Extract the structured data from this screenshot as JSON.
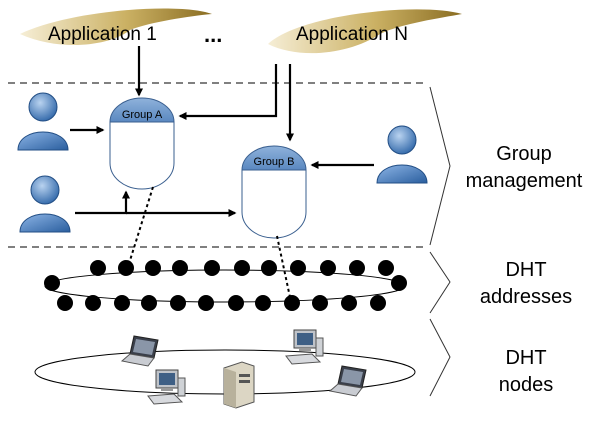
{
  "applications": {
    "first": "Application 1",
    "ellipsis": "...",
    "last": "Application N"
  },
  "groups": {
    "a": "Group A",
    "b": "Group B"
  },
  "layers": {
    "group_management": [
      "Group",
      "management"
    ],
    "dht_addresses": [
      "DHT",
      "addresses"
    ],
    "dht_nodes": [
      "DHT",
      "nodes"
    ]
  },
  "colors": {
    "user_blue": "#4f86c6",
    "group_header": "#6b96c8",
    "banner_gold": "#c8ac5c",
    "dot": "#000000"
  }
}
